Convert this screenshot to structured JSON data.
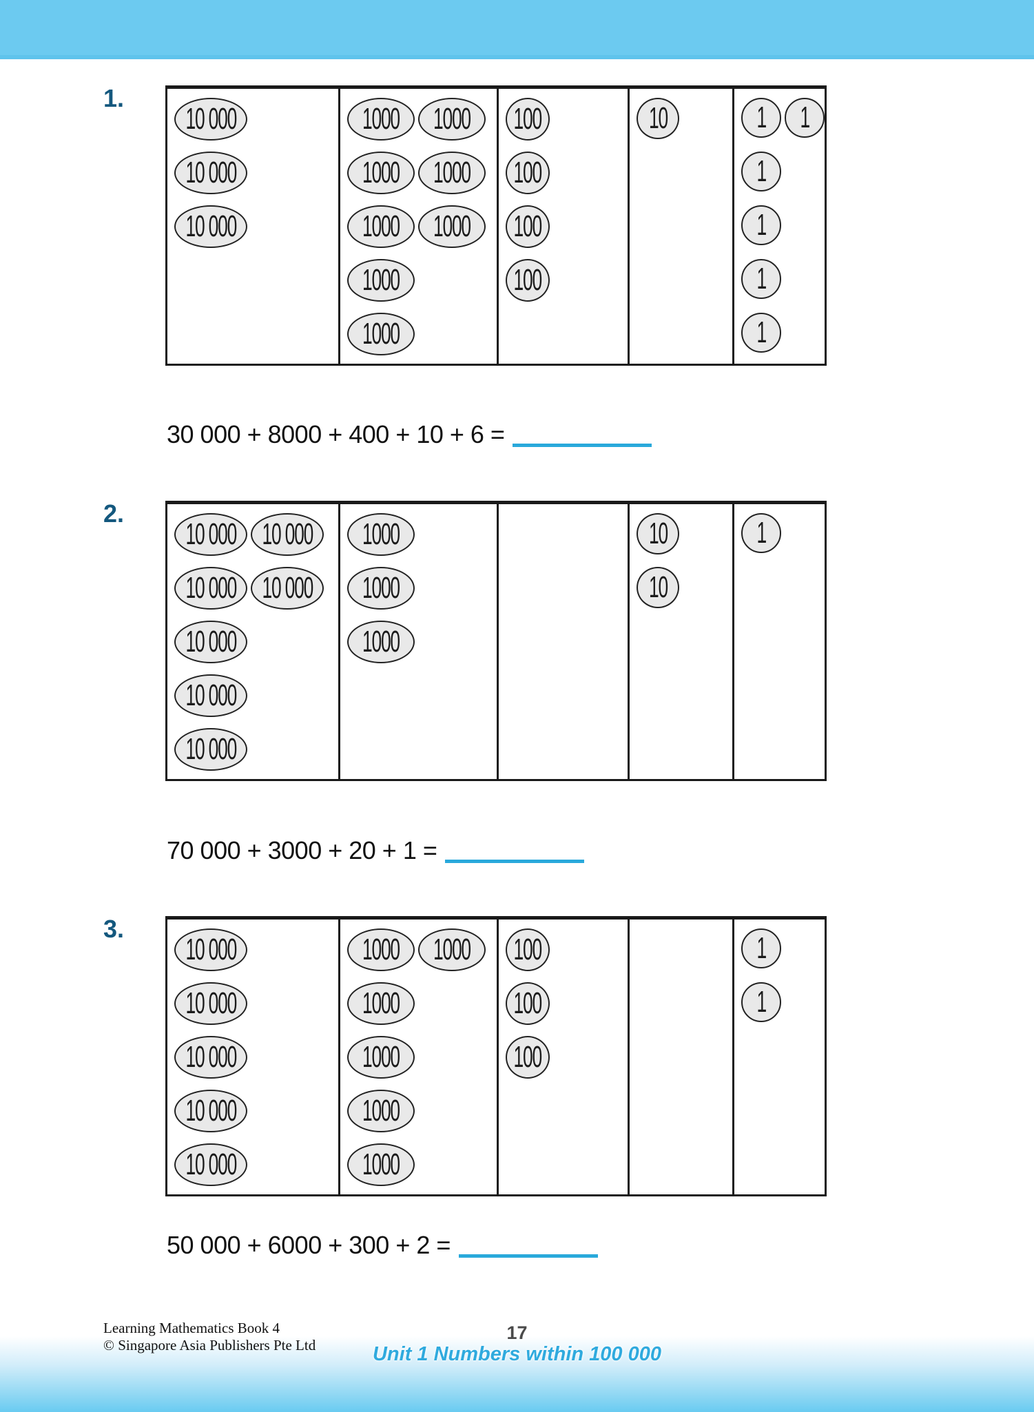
{
  "colors": {
    "header_bar": "#6CCAF0",
    "underline_cyan": "#29A9DB",
    "label_blue": "#14587E",
    "disc_fill": "#E9E9E9",
    "unit_title_cyan": "#2FAADE"
  },
  "problems": [
    {
      "label": "1.",
      "discs": [
        [
          [
            "10 000"
          ],
          [
            "10 000"
          ],
          [
            "10 000"
          ]
        ],
        [
          [
            "1000",
            "1000"
          ],
          [
            "1000",
            "1000"
          ],
          [
            "1000",
            "1000"
          ],
          [
            "1000"
          ],
          [
            "1000"
          ]
        ],
        [
          [
            "100"
          ],
          [
            "100"
          ],
          [
            "100"
          ],
          [
            "100"
          ]
        ],
        [
          [
            "10"
          ]
        ],
        [
          [
            "1",
            "1"
          ],
          [
            "1"
          ],
          [
            "1"
          ],
          [
            "1"
          ],
          [
            "1"
          ]
        ]
      ],
      "equation": "30 000 + 8000 + 400 + 10 + 6 ="
    },
    {
      "label": "2.",
      "discs": [
        [
          [
            "10 000",
            "10 000"
          ],
          [
            "10 000",
            "10 000"
          ],
          [
            "10 000"
          ],
          [
            "10 000"
          ],
          [
            "10 000"
          ]
        ],
        [
          [
            "1000"
          ],
          [
            "1000"
          ],
          [
            "1000"
          ]
        ],
        [],
        [
          [
            "10"
          ],
          [
            "10"
          ]
        ],
        [
          [
            "1"
          ]
        ]
      ],
      "equation": "70 000 + 3000 + 20 + 1 ="
    },
    {
      "label": "3.",
      "discs": [
        [
          [
            "10 000"
          ],
          [
            "10 000"
          ],
          [
            "10 000"
          ],
          [
            "10 000"
          ],
          [
            "10 000"
          ]
        ],
        [
          [
            "1000",
            "1000"
          ],
          [
            "1000"
          ],
          [
            "1000"
          ],
          [
            "1000"
          ],
          [
            "1000"
          ]
        ],
        [
          [
            "100"
          ],
          [
            "100"
          ],
          [
            "100"
          ]
        ],
        [],
        [
          [
            "1"
          ],
          [
            "1"
          ]
        ]
      ],
      "equation": "50 000 + 6000 + 300 + 2 ="
    }
  ],
  "footer": {
    "book": "Learning Mathematics Book 4",
    "copyright": "© Singapore Asia Publishers Pte Ltd",
    "page_number": "17",
    "unit": "Unit 1  Numbers within 100 000"
  }
}
